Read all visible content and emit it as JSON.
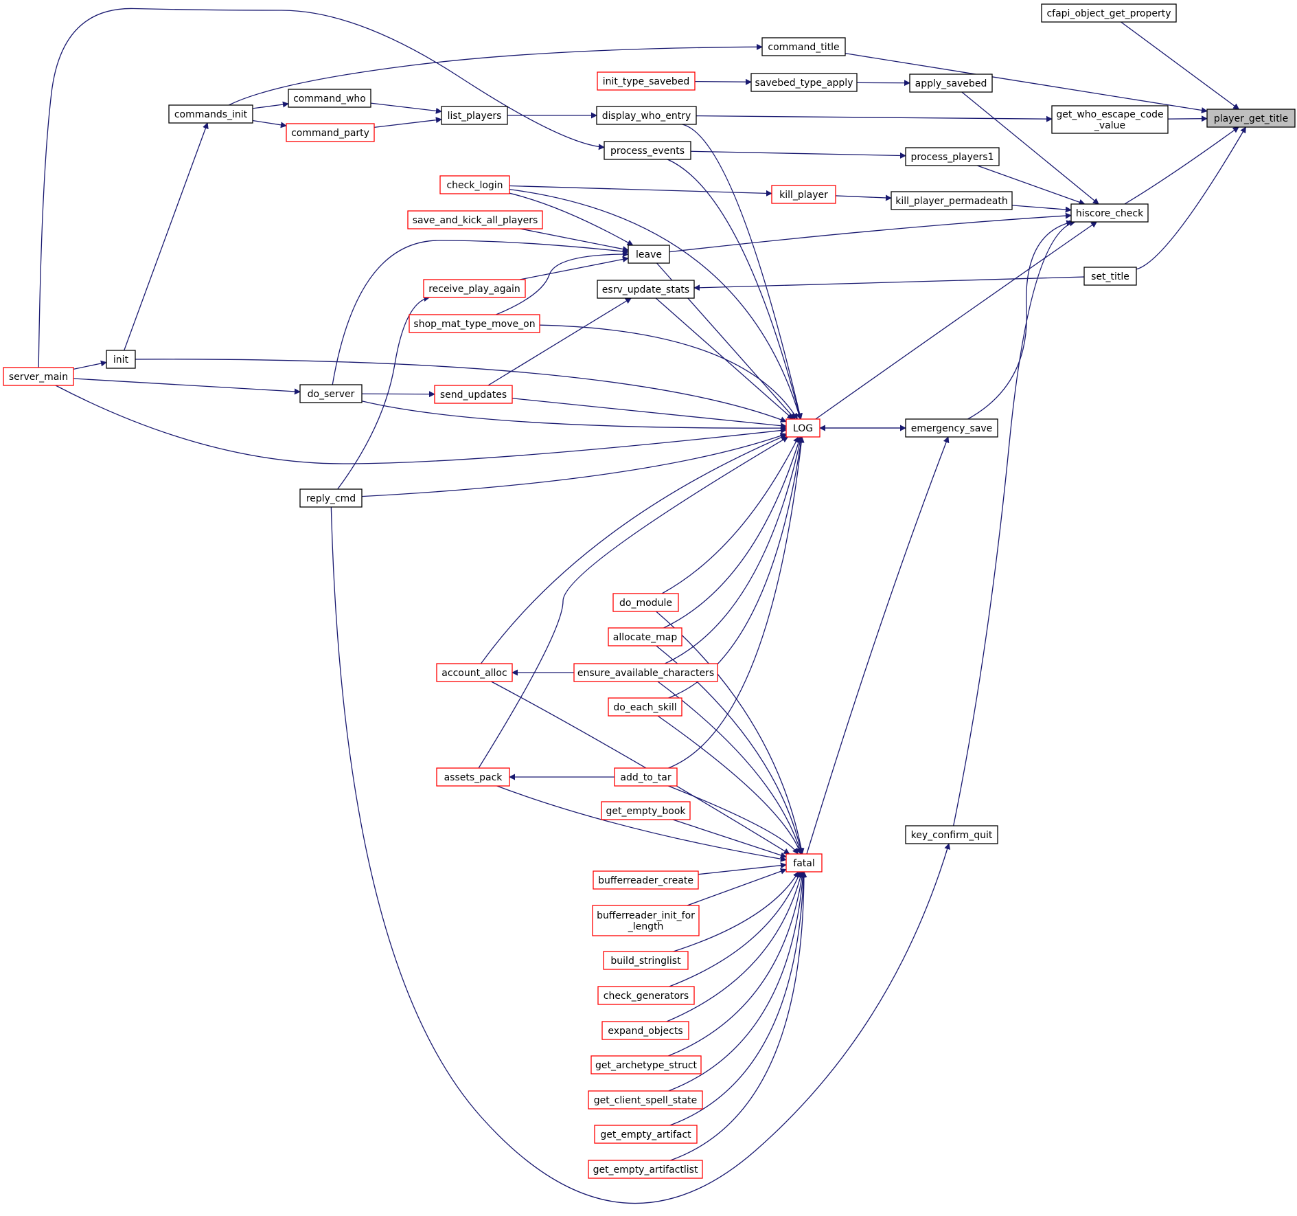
{
  "graph": {
    "highlight_fill": "#bfbfbf",
    "node_border_black": "#000000",
    "node_border_red": "#ff0000",
    "edge_color": "#191970"
  },
  "nodes": {
    "player_get_title": {
      "label": "player_get_title",
      "color": "black",
      "highlight": true
    },
    "cfapi_object_get_property": {
      "label": "cfapi_object_get_property",
      "color": "black"
    },
    "command_title": {
      "label": "command_title",
      "color": "black"
    },
    "commands_init": {
      "label": "commands_init",
      "color": "black"
    },
    "init": {
      "label": "init",
      "color": "black"
    },
    "server_main": {
      "label": "server_main",
      "color": "red"
    },
    "get_who_escape_code_value": {
      "label": "get_who_escape_code\n_value",
      "color": "black"
    },
    "display_who_entry": {
      "label": "display_who_entry",
      "color": "black"
    },
    "list_players": {
      "label": "list_players",
      "color": "black"
    },
    "command_who": {
      "label": "command_who",
      "color": "black"
    },
    "command_party": {
      "label": "command_party",
      "color": "red"
    },
    "hiscore_check": {
      "label": "hiscore_check",
      "color": "black"
    },
    "apply_savebed": {
      "label": "apply_savebed",
      "color": "black"
    },
    "savebed_type_apply": {
      "label": "savebed_type_apply",
      "color": "black"
    },
    "init_type_savebed": {
      "label": "init_type_savebed",
      "color": "red"
    },
    "process_players1": {
      "label": "process_players1",
      "color": "black"
    },
    "process_events": {
      "label": "process_events",
      "color": "black"
    },
    "kill_player_permadeath": {
      "label": "kill_player_permadeath",
      "color": "black"
    },
    "kill_player": {
      "label": "kill_player",
      "color": "red"
    },
    "check_login": {
      "label": "check_login",
      "color": "red"
    },
    "leave": {
      "label": "leave",
      "color": "black"
    },
    "save_and_kick_all_players": {
      "label": "save_and_kick_all_players",
      "color": "red"
    },
    "receive_play_again": {
      "label": "receive_play_again",
      "color": "red"
    },
    "shop_mat_type_move_on": {
      "label": "shop_mat_type_move_on",
      "color": "red"
    },
    "do_server": {
      "label": "do_server",
      "color": "black"
    },
    "LOG": {
      "label": "LOG",
      "color": "red"
    },
    "emergency_save": {
      "label": "emergency_save",
      "color": "black"
    },
    "esrv_update_stats": {
      "label": "esrv_update_stats",
      "color": "black"
    },
    "send_updates": {
      "label": "send_updates",
      "color": "red"
    },
    "reply_cmd": {
      "label": "reply_cmd",
      "color": "black"
    },
    "do_module": {
      "label": "do_module",
      "color": "red"
    },
    "allocate_map": {
      "label": "allocate_map",
      "color": "red"
    },
    "account_alloc": {
      "label": "account_alloc",
      "color": "red"
    },
    "ensure_available_characters": {
      "label": "ensure_available_characters",
      "color": "red"
    },
    "do_each_skill": {
      "label": "do_each_skill",
      "color": "red"
    },
    "assets_pack": {
      "label": "assets_pack",
      "color": "red"
    },
    "add_to_tar": {
      "label": "add_to_tar",
      "color": "red"
    },
    "get_empty_book": {
      "label": "get_empty_book",
      "color": "red"
    },
    "fatal": {
      "label": "fatal",
      "color": "red"
    },
    "key_confirm_quit": {
      "label": "key_confirm_quit",
      "color": "black"
    },
    "bufferreader_create": {
      "label": "bufferreader_create",
      "color": "red"
    },
    "bufferreader_init_for_length": {
      "label": "bufferreader_init_for\n_length",
      "color": "red"
    },
    "build_stringlist": {
      "label": "build_stringlist",
      "color": "red"
    },
    "check_generators": {
      "label": "check_generators",
      "color": "red"
    },
    "expand_objects": {
      "label": "expand_objects",
      "color": "red"
    },
    "get_archetype_struct": {
      "label": "get_archetype_struct",
      "color": "red"
    },
    "get_client_spell_state": {
      "label": "get_client_spell_state",
      "color": "red"
    },
    "get_empty_artifact": {
      "label": "get_empty_artifact",
      "color": "red"
    },
    "get_empty_artifactlist": {
      "label": "get_empty_artifactlist",
      "color": "red"
    },
    "set_title": {
      "label": "set_title",
      "color": "black"
    }
  },
  "edges": [
    [
      "cfapi_object_get_property",
      "player_get_title"
    ],
    [
      "command_title",
      "player_get_title"
    ],
    [
      "get_who_escape_code_value",
      "player_get_title"
    ],
    [
      "hiscore_check",
      "player_get_title"
    ],
    [
      "set_title",
      "player_get_title"
    ],
    [
      "commands_init",
      "command_title"
    ],
    [
      "init",
      "commands_init"
    ],
    [
      "server_main",
      "init"
    ],
    [
      "display_who_entry",
      "get_who_escape_code_value"
    ],
    [
      "list_players",
      "display_who_entry"
    ],
    [
      "command_who",
      "list_players"
    ],
    [
      "command_party",
      "list_players"
    ],
    [
      "commands_init",
      "command_who"
    ],
    [
      "commands_init",
      "command_party"
    ],
    [
      "apply_savebed",
      "hiscore_check"
    ],
    [
      "process_players1",
      "hiscore_check"
    ],
    [
      "kill_player_permadeath",
      "hiscore_check"
    ],
    [
      "leave",
      "hiscore_check"
    ],
    [
      "LOG",
      "hiscore_check"
    ],
    [
      "emergency_save",
      "hiscore_check"
    ],
    [
      "key_confirm_quit",
      "hiscore_check"
    ],
    [
      "savebed_type_apply",
      "apply_savebed"
    ],
    [
      "init_type_savebed",
      "savebed_type_apply"
    ],
    [
      "process_events",
      "process_players1"
    ],
    [
      "server_main",
      "process_events"
    ],
    [
      "kill_player",
      "kill_player_permadeath"
    ],
    [
      "check_login",
      "kill_player"
    ],
    [
      "check_login",
      "leave"
    ],
    [
      "save_and_kick_all_players",
      "leave"
    ],
    [
      "receive_play_again",
      "leave"
    ],
    [
      "shop_mat_type_move_on",
      "leave"
    ],
    [
      "do_server",
      "leave"
    ],
    [
      "reply_cmd",
      "receive_play_again"
    ],
    [
      "server_main",
      "do_server"
    ],
    [
      "emergency_save",
      "LOG"
    ],
    [
      "display_who_entry",
      "LOG"
    ],
    [
      "process_events",
      "LOG"
    ],
    [
      "check_login",
      "LOG"
    ],
    [
      "leave",
      "LOG"
    ],
    [
      "esrv_update_stats",
      "LOG"
    ],
    [
      "shop_mat_type_move_on",
      "LOG"
    ],
    [
      "init",
      "LOG"
    ],
    [
      "send_updates",
      "LOG"
    ],
    [
      "do_server",
      "LOG"
    ],
    [
      "server_main",
      "LOG"
    ],
    [
      "reply_cmd",
      "LOG"
    ],
    [
      "do_module",
      "LOG"
    ],
    [
      "allocate_map",
      "LOG"
    ],
    [
      "account_alloc",
      "LOG"
    ],
    [
      "ensure_available_characters",
      "LOG"
    ],
    [
      "do_each_skill",
      "LOG"
    ],
    [
      "assets_pack",
      "LOG"
    ],
    [
      "add_to_tar",
      "LOG"
    ],
    [
      "set_title",
      "esrv_update_stats"
    ],
    [
      "send_updates",
      "esrv_update_stats"
    ],
    [
      "do_server",
      "send_updates"
    ],
    [
      "LOG",
      "emergency_save"
    ],
    [
      "fatal",
      "emergency_save"
    ],
    [
      "ensure_available_characters",
      "account_alloc"
    ],
    [
      "add_to_tar",
      "assets_pack"
    ],
    [
      "do_module",
      "fatal"
    ],
    [
      "allocate_map",
      "fatal"
    ],
    [
      "account_alloc",
      "fatal"
    ],
    [
      "ensure_available_characters",
      "fatal"
    ],
    [
      "do_each_skill",
      "fatal"
    ],
    [
      "assets_pack",
      "fatal"
    ],
    [
      "add_to_tar",
      "fatal"
    ],
    [
      "get_empty_book",
      "fatal"
    ],
    [
      "bufferreader_create",
      "fatal"
    ],
    [
      "bufferreader_init_for_length",
      "fatal"
    ],
    [
      "build_stringlist",
      "fatal"
    ],
    [
      "check_generators",
      "fatal"
    ],
    [
      "expand_objects",
      "fatal"
    ],
    [
      "get_archetype_struct",
      "fatal"
    ],
    [
      "get_client_spell_state",
      "fatal"
    ],
    [
      "get_empty_artifact",
      "fatal"
    ],
    [
      "get_empty_artifactlist",
      "fatal"
    ],
    [
      "reply_cmd",
      "key_confirm_quit"
    ]
  ]
}
